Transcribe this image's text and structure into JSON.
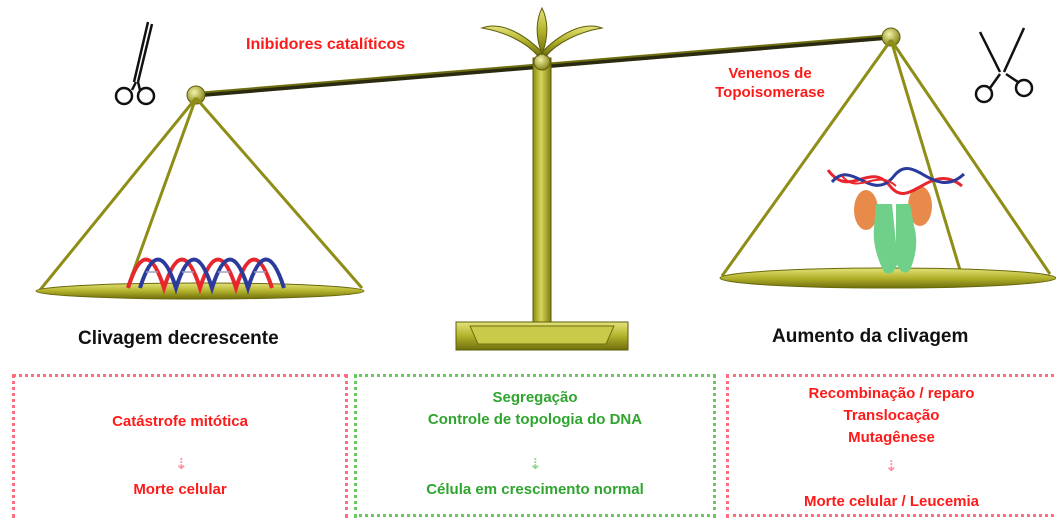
{
  "labels": {
    "catalytic_inhibitors": "Inibidores catalíticos",
    "poisons_line1": "Venenos de",
    "poisons_line2": "Topoisomerase",
    "left_pan_caption": "Clivagem decrescente",
    "right_pan_caption": "Aumento da clivagem"
  },
  "panels": {
    "left": {
      "top": "Catástrofe mitótica",
      "arrow": "⇣",
      "bottom": "Morte celular"
    },
    "middle": {
      "line1": "Segregação",
      "line2": "Controle de topologia do DNA",
      "arrow": "⇣",
      "bottom": "Célula em crescimento normal"
    },
    "right": {
      "line1": "Recombinação / reparo",
      "line2": "Translocação",
      "line3": "Mutagênese",
      "arrow": "⇣",
      "bottom": "Morte celular / Leucemia"
    }
  },
  "colors": {
    "red_text": "#ff1a1a",
    "green_text": "#2fa52f",
    "scale_olive": "#9b9a1a",
    "dna_red": "#e8262e",
    "dna_blue": "#2b3b9c",
    "enzyme_orange": "#e88a4a",
    "enzyme_green": "#6fd08a"
  }
}
